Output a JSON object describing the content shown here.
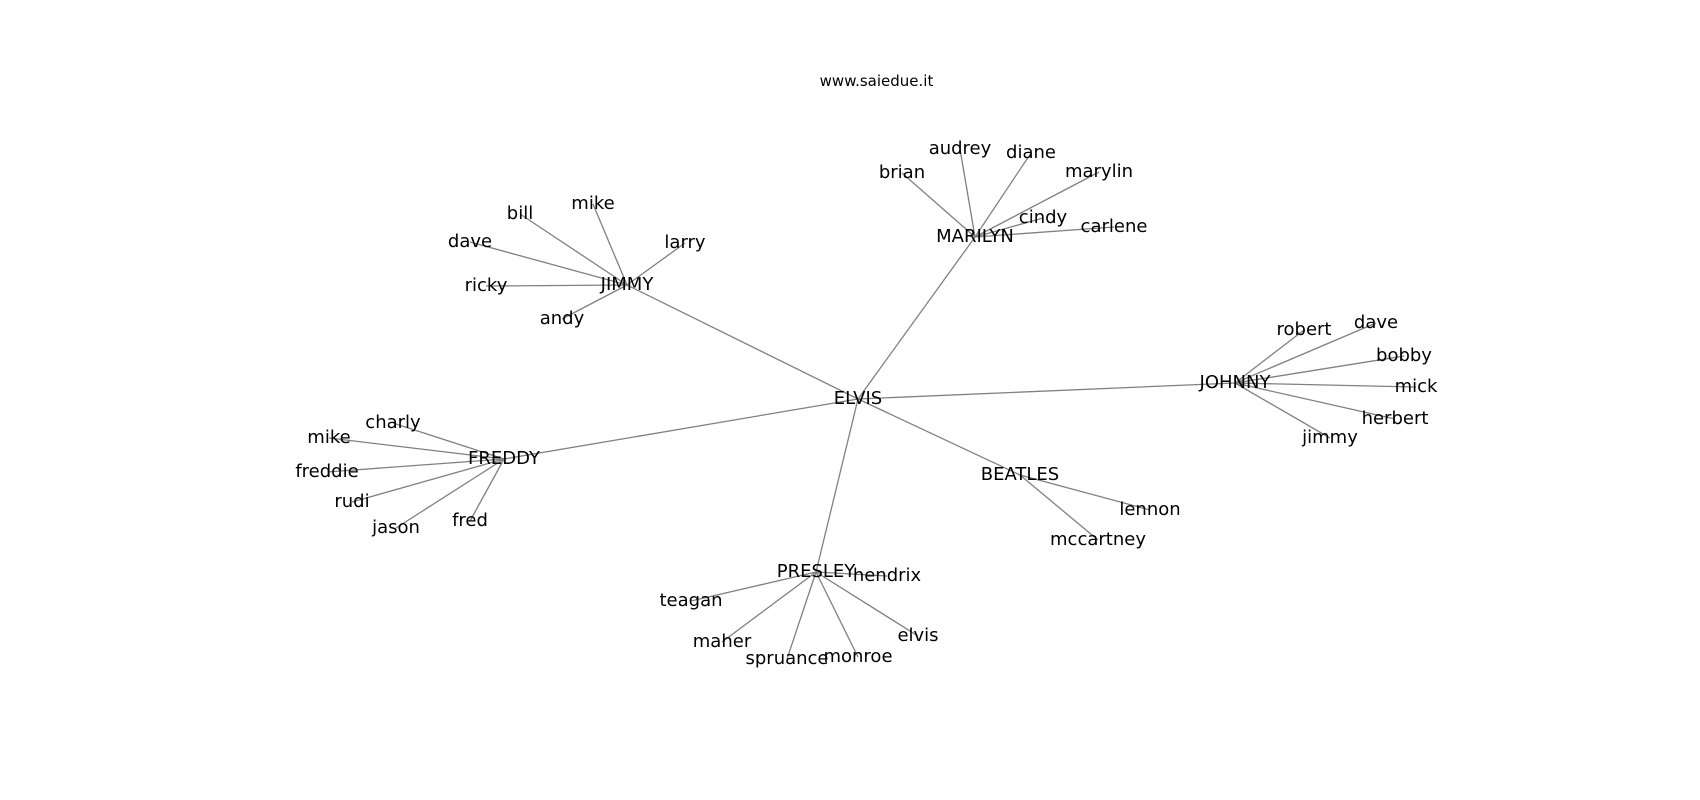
{
  "title": "www.saiedue.it",
  "graph": {
    "nodes": [
      {
        "id": "elvis_hub",
        "label": "ELVIS"
      },
      {
        "id": "marilyn",
        "label": "MARILYN"
      },
      {
        "id": "jimmy",
        "label": "JIMMY"
      },
      {
        "id": "johnny",
        "label": "JOHNNY"
      },
      {
        "id": "freddy",
        "label": "FREDDY"
      },
      {
        "id": "beatles",
        "label": "BEATLES"
      },
      {
        "id": "presley",
        "label": "PRESLEY"
      },
      {
        "id": "audrey",
        "label": "audrey"
      },
      {
        "id": "diane",
        "label": "diane"
      },
      {
        "id": "brian",
        "label": "brian"
      },
      {
        "id": "marylin",
        "label": "marylin"
      },
      {
        "id": "cindy",
        "label": "cindy"
      },
      {
        "id": "carlene",
        "label": "carlene"
      },
      {
        "id": "mike_j",
        "label": "mike"
      },
      {
        "id": "bill",
        "label": "bill"
      },
      {
        "id": "larry",
        "label": "larry"
      },
      {
        "id": "dave_j",
        "label": "dave"
      },
      {
        "id": "ricky",
        "label": "ricky"
      },
      {
        "id": "andy",
        "label": "andy"
      },
      {
        "id": "robert",
        "label": "robert"
      },
      {
        "id": "dave_jo",
        "label": "dave"
      },
      {
        "id": "bobby",
        "label": "bobby"
      },
      {
        "id": "mick",
        "label": "mick"
      },
      {
        "id": "herbert",
        "label": "herbert"
      },
      {
        "id": "jimmy_jo",
        "label": "jimmy"
      },
      {
        "id": "charly",
        "label": "charly"
      },
      {
        "id": "mike_f",
        "label": "mike"
      },
      {
        "id": "freddie",
        "label": "freddie"
      },
      {
        "id": "rudi",
        "label": "rudi"
      },
      {
        "id": "jason",
        "label": "jason"
      },
      {
        "id": "fred",
        "label": "fred"
      },
      {
        "id": "lennon",
        "label": "lennon"
      },
      {
        "id": "mccartney",
        "label": "mccartney"
      },
      {
        "id": "hendrix",
        "label": "hendrix"
      },
      {
        "id": "teagan",
        "label": "teagan"
      },
      {
        "id": "maher",
        "label": "maher"
      },
      {
        "id": "spruance",
        "label": "spruance"
      },
      {
        "id": "monroe",
        "label": "monroe"
      },
      {
        "id": "elvis_leaf",
        "label": "elvis"
      }
    ],
    "edges": [
      [
        "elvis_hub",
        "marilyn"
      ],
      [
        "elvis_hub",
        "jimmy"
      ],
      [
        "elvis_hub",
        "johnny"
      ],
      [
        "elvis_hub",
        "freddy"
      ],
      [
        "elvis_hub",
        "beatles"
      ],
      [
        "elvis_hub",
        "presley"
      ],
      [
        "marilyn",
        "audrey"
      ],
      [
        "marilyn",
        "diane"
      ],
      [
        "marilyn",
        "brian"
      ],
      [
        "marilyn",
        "marylin"
      ],
      [
        "marilyn",
        "cindy"
      ],
      [
        "marilyn",
        "carlene"
      ],
      [
        "jimmy",
        "mike_j"
      ],
      [
        "jimmy",
        "bill"
      ],
      [
        "jimmy",
        "larry"
      ],
      [
        "jimmy",
        "dave_j"
      ],
      [
        "jimmy",
        "ricky"
      ],
      [
        "jimmy",
        "andy"
      ],
      [
        "johnny",
        "robert"
      ],
      [
        "johnny",
        "dave_jo"
      ],
      [
        "johnny",
        "bobby"
      ],
      [
        "johnny",
        "mick"
      ],
      [
        "johnny",
        "herbert"
      ],
      [
        "johnny",
        "jimmy_jo"
      ],
      [
        "freddy",
        "charly"
      ],
      [
        "freddy",
        "mike_f"
      ],
      [
        "freddy",
        "freddie"
      ],
      [
        "freddy",
        "rudi"
      ],
      [
        "freddy",
        "jason"
      ],
      [
        "freddy",
        "fred"
      ],
      [
        "beatles",
        "lennon"
      ],
      [
        "beatles",
        "mccartney"
      ],
      [
        "presley",
        "hendrix"
      ],
      [
        "presley",
        "teagan"
      ],
      [
        "presley",
        "maher"
      ],
      [
        "presley",
        "spruance"
      ],
      [
        "presley",
        "monroe"
      ],
      [
        "presley",
        "elvis_leaf"
      ]
    ]
  }
}
